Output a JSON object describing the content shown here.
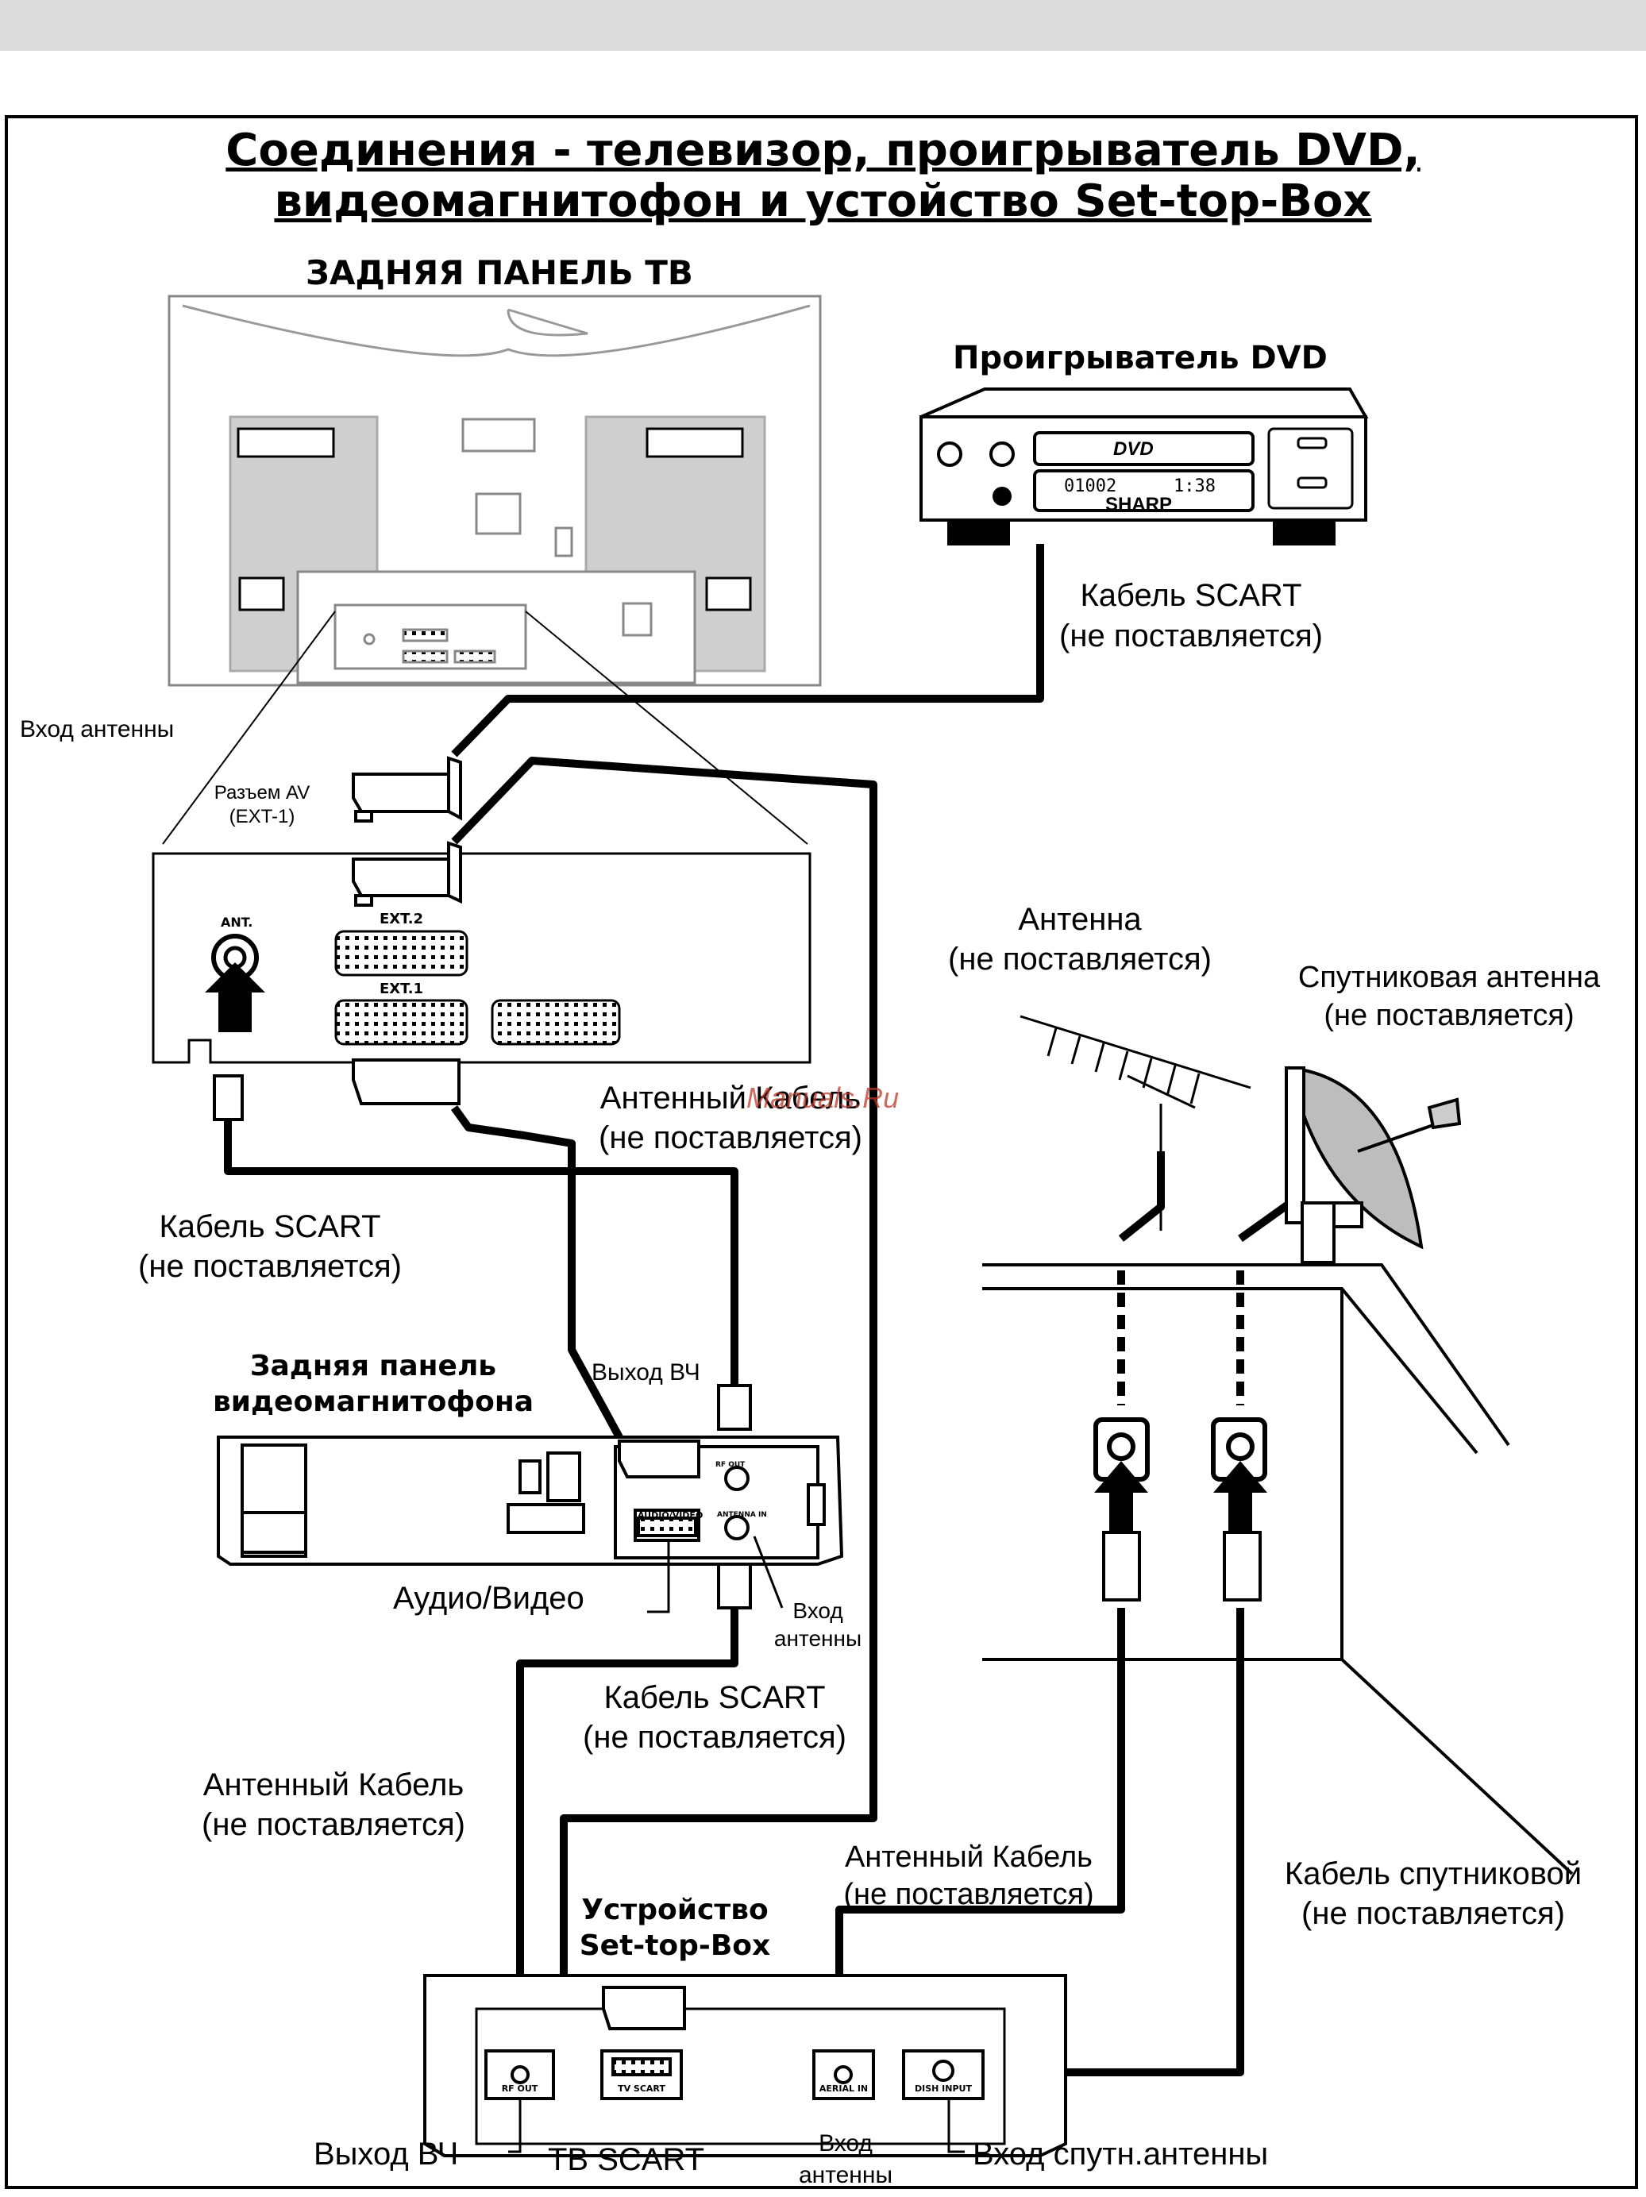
{
  "title": {
    "line1": "Соединения - телевизор, проигрыватель DVD,",
    "line2": "видеомагнитофон и устойство Set-top-Box"
  },
  "tv": {
    "heading": "ЗАДНЯЯ ПАНЕЛЬ ТВ",
    "antenna_input": "Вход антенны",
    "av_socket": "Разъем AV",
    "av_socket_sub": "(EXT-1)",
    "port_ant": "ANT.",
    "port_ext2": "EXT.2",
    "port_ext1": "EXT.1"
  },
  "dvd": {
    "heading": "Проигрыватель DVD",
    "logo": "DVD",
    "display_left": "01002",
    "display_right": "1:38",
    "brand": "SHARP",
    "cable_label": "Кабель SCART",
    "cable_note": "(не поставляется)"
  },
  "labels": {
    "ant_cable_1": "Антенный Кабель",
    "ant_cable_1_note": "(не поставляется)",
    "scart_left": "Кабель SCART",
    "scart_left_note": "(не поставляется)",
    "antenna": "Антенна",
    "antenna_note": "(не поставляется)",
    "sat_antenna": "Спутниковая антенна",
    "sat_antenna_note": "(не поставляется)",
    "watermark": "Manuals.Ru"
  },
  "vcr": {
    "heading_line1": "Задняя панель",
    "heading_line2": "видеомагнитофона",
    "rf_out": "Выход ВЧ",
    "audio_video": "Аудио/Видео",
    "antenna_in_line1": "Вход",
    "antenna_in_line2": "антенны",
    "port_av": "AUDIO/VIDEO",
    "port_ant": "ANTENNA IN",
    "port_rf": "RF OUT",
    "scart_label": "Кабель SCART",
    "scart_note": "(не поставляется)",
    "ant_cable": "Антенный Кабель",
    "ant_cable_note": "(не поставляется)"
  },
  "stb": {
    "heading_line1": "Устройство",
    "heading_line2": "Set-top-Box",
    "ant_cable": "Антенный Кабель",
    "ant_cable_note": "(не поставляется)",
    "sat_cable": "Кабель спутниковой",
    "sat_cable_note": "(не поставляется)",
    "port_rf_out": "RF OUT",
    "port_tv_scart": "TV SCART",
    "port_aerial_in": "AERIAL IN",
    "port_dish_input": "DISH INPUT",
    "rf_out_label": "Выход ВЧ",
    "tv_scart_label": "ТВ SCART",
    "antenna_in_line1": "Вход",
    "antenna_in_line2": "антенны",
    "dish_in_label": "Вход спутн.антенны"
  }
}
